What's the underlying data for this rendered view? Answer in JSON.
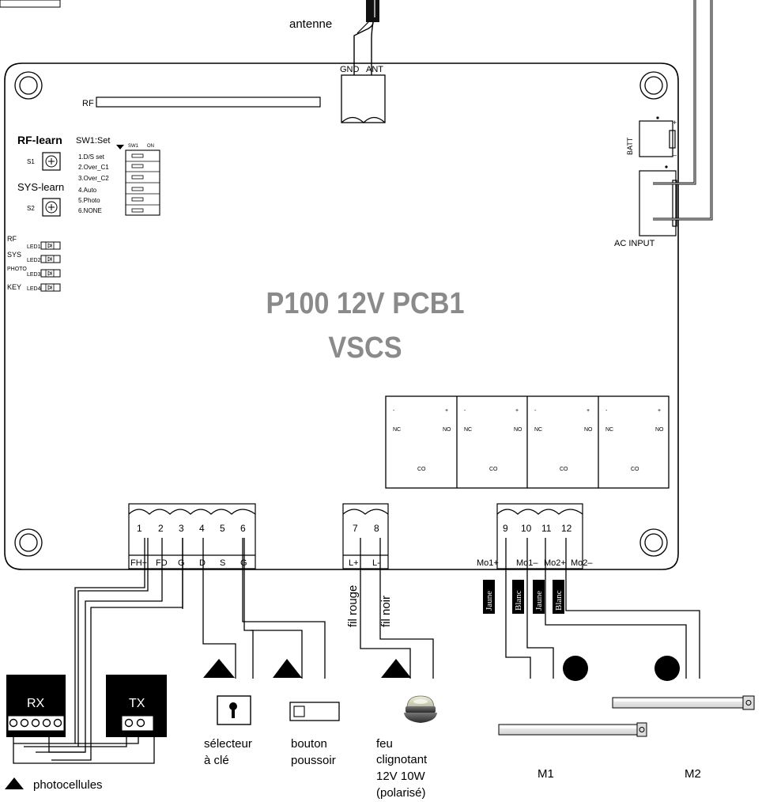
{
  "board": {
    "model": "P100 12V PCB1 VSCS"
  },
  "antenna": {
    "label": "antenne",
    "pins": [
      "GND",
      "ANT"
    ]
  },
  "rf": {
    "label": "RF"
  },
  "learn": {
    "rf": "RF-learn",
    "rf_switch": "S1",
    "sys": "SYS-learn",
    "sys_switch": "S2"
  },
  "sw1": {
    "title": "SW1:Set",
    "col_sw1": "SW1",
    "col_on": "ON",
    "items": [
      "1.D/S set",
      "2.Over_C1",
      "3.Over_C2",
      "4.Auto",
      "5.Photo",
      "6.NONE"
    ]
  },
  "leds": [
    {
      "label": "RF",
      "id": "LED1"
    },
    {
      "label": "SYS",
      "id": "LED2"
    },
    {
      "label": "PHOTO",
      "id": "LED3"
    },
    {
      "label": "KEY",
      "id": "LED4"
    }
  ],
  "power": {
    "batt": "BATT",
    "plus": "+",
    "minus": "–",
    "ac": "AC INPUT"
  },
  "relays": {
    "minus": "-",
    "plus": "+",
    "nc": "NC",
    "no": "NO",
    "co": "CO"
  },
  "terminals": {
    "block1": {
      "numbers": [
        "1",
        "2",
        "3",
        "4",
        "5",
        "6"
      ],
      "labels": [
        "FH+",
        "FD",
        "G",
        "D",
        "S",
        "G"
      ]
    },
    "block2": {
      "numbers": [
        "7",
        "8"
      ],
      "labels": [
        "L+",
        "L-"
      ]
    },
    "block3": {
      "numbers": [
        "9",
        "10",
        "11",
        "12"
      ],
      "labels": [
        "Mo1+",
        "Mo1–",
        "Mo2+",
        "Mo2–"
      ]
    }
  },
  "wires": {
    "rouge": "fil rouge",
    "noir": "fil noir",
    "jaune": "Jaune",
    "blanc": "Blanc"
  },
  "devices": {
    "rx": "RX",
    "tx": "TX",
    "photocells": "photocellules",
    "key_line1": "sélecteur",
    "key_line2": "à clé",
    "button_line1": "bouton",
    "button_line2": "poussoir",
    "lamp_line1": "feu",
    "lamp_line2": "clignotant",
    "lamp_line3": "12V 10W",
    "lamp_line4": "(polarisé)",
    "m1": "M1",
    "m2": "M2"
  }
}
